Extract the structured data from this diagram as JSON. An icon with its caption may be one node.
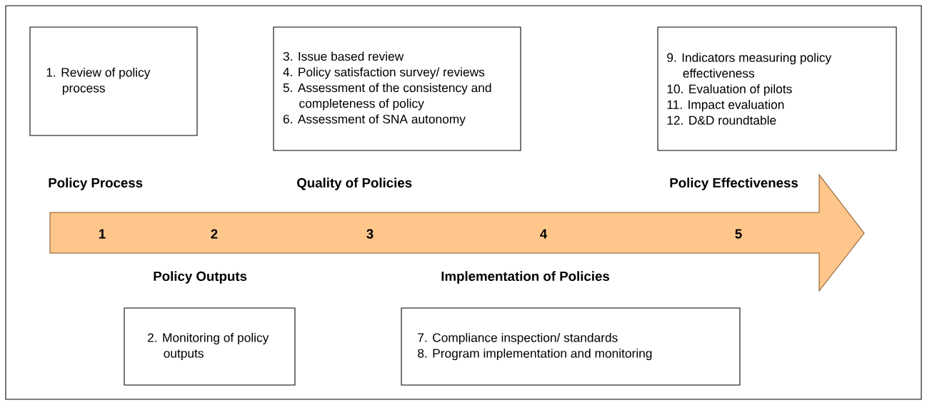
{
  "diagram": {
    "nodes": [
      {
        "text": [
          "1. Review of policy process"
        ]
      },
      {
        "text": [
          "3. Issue based review",
          "4. Policy satisfaction survey/ reviews",
          "5. Assessment of the consistency and completeness of policy",
          "6. Assessment of SNA autonomy"
        ]
      },
      {
        "text": [
          "9. Indicators measuring policy effectiveness",
          "10. Evaluation of pilots",
          "11. Impact evaluation",
          "12. D&D roundtable"
        ]
      },
      {
        "text": [
          "1",
          "2",
          "3",
          "4",
          "5"
        ]
      },
      {
        "text": [
          "2. Monitoring of policy outputs"
        ]
      },
      {
        "text": [
          "7. Compliance inspection/ standards",
          "8. Program implementation and monitoring"
        ]
      }
    ],
    "edges": [],
    "labels": [
      "Policy Process",
      "Quality of Policies",
      "Policy Effectiveness",
      "Policy Outputs",
      "Implementation of Policies"
    ]
  }
}
